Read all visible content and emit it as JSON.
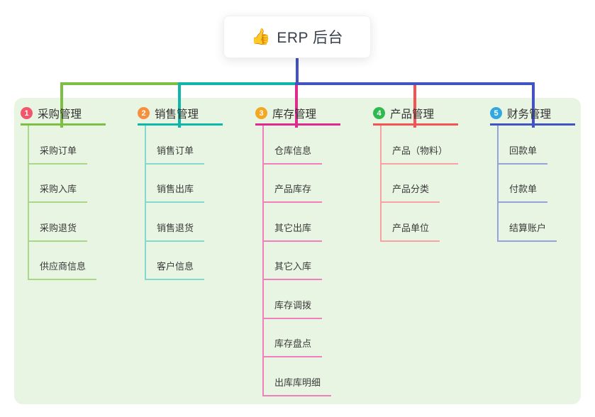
{
  "root": {
    "icon": "👍",
    "title": "ERP 后台"
  },
  "colors": {
    "trunk": "#4253c4",
    "panel_bg": "#e8f5e3",
    "card_bg": "#ffffff",
    "text": "#333333"
  },
  "branches": [
    {
      "num": "1",
      "label": "采购管理",
      "badge_color": "#f2566b",
      "line_color": "#7dbf44",
      "light_color": "#a9d687",
      "children": [
        "采购订单",
        "采购入库",
        "采购退货",
        "供应商信息"
      ]
    },
    {
      "num": "2",
      "label": "销售管理",
      "badge_color": "#f7903c",
      "line_color": "#10b6a9",
      "light_color": "#84d8cf",
      "children": [
        "销售订单",
        "销售出库",
        "销售退货",
        "客户信息"
      ]
    },
    {
      "num": "3",
      "label": "库存管理",
      "badge_color": "#f3a723",
      "line_color": "#df2a8e",
      "light_color": "#f07fbb",
      "children": [
        "仓库信息",
        "产品库存",
        "其它出库",
        "其它入库",
        "库存调拨",
        "库存盘点",
        "出库库明细"
      ]
    },
    {
      "num": "4",
      "label": "产品管理",
      "badge_color": "#2fb94e",
      "line_color": "#f45354",
      "light_color": "#f7a3a2",
      "children": [
        "产品（物料）",
        "产品分类",
        "产品单位"
      ]
    },
    {
      "num": "5",
      "label": "财务管理",
      "badge_color": "#31a9e0",
      "line_color": "#4253c4",
      "light_color": "#94a3da",
      "children": [
        "回款单",
        "付款单",
        "结算账户"
      ]
    }
  ]
}
